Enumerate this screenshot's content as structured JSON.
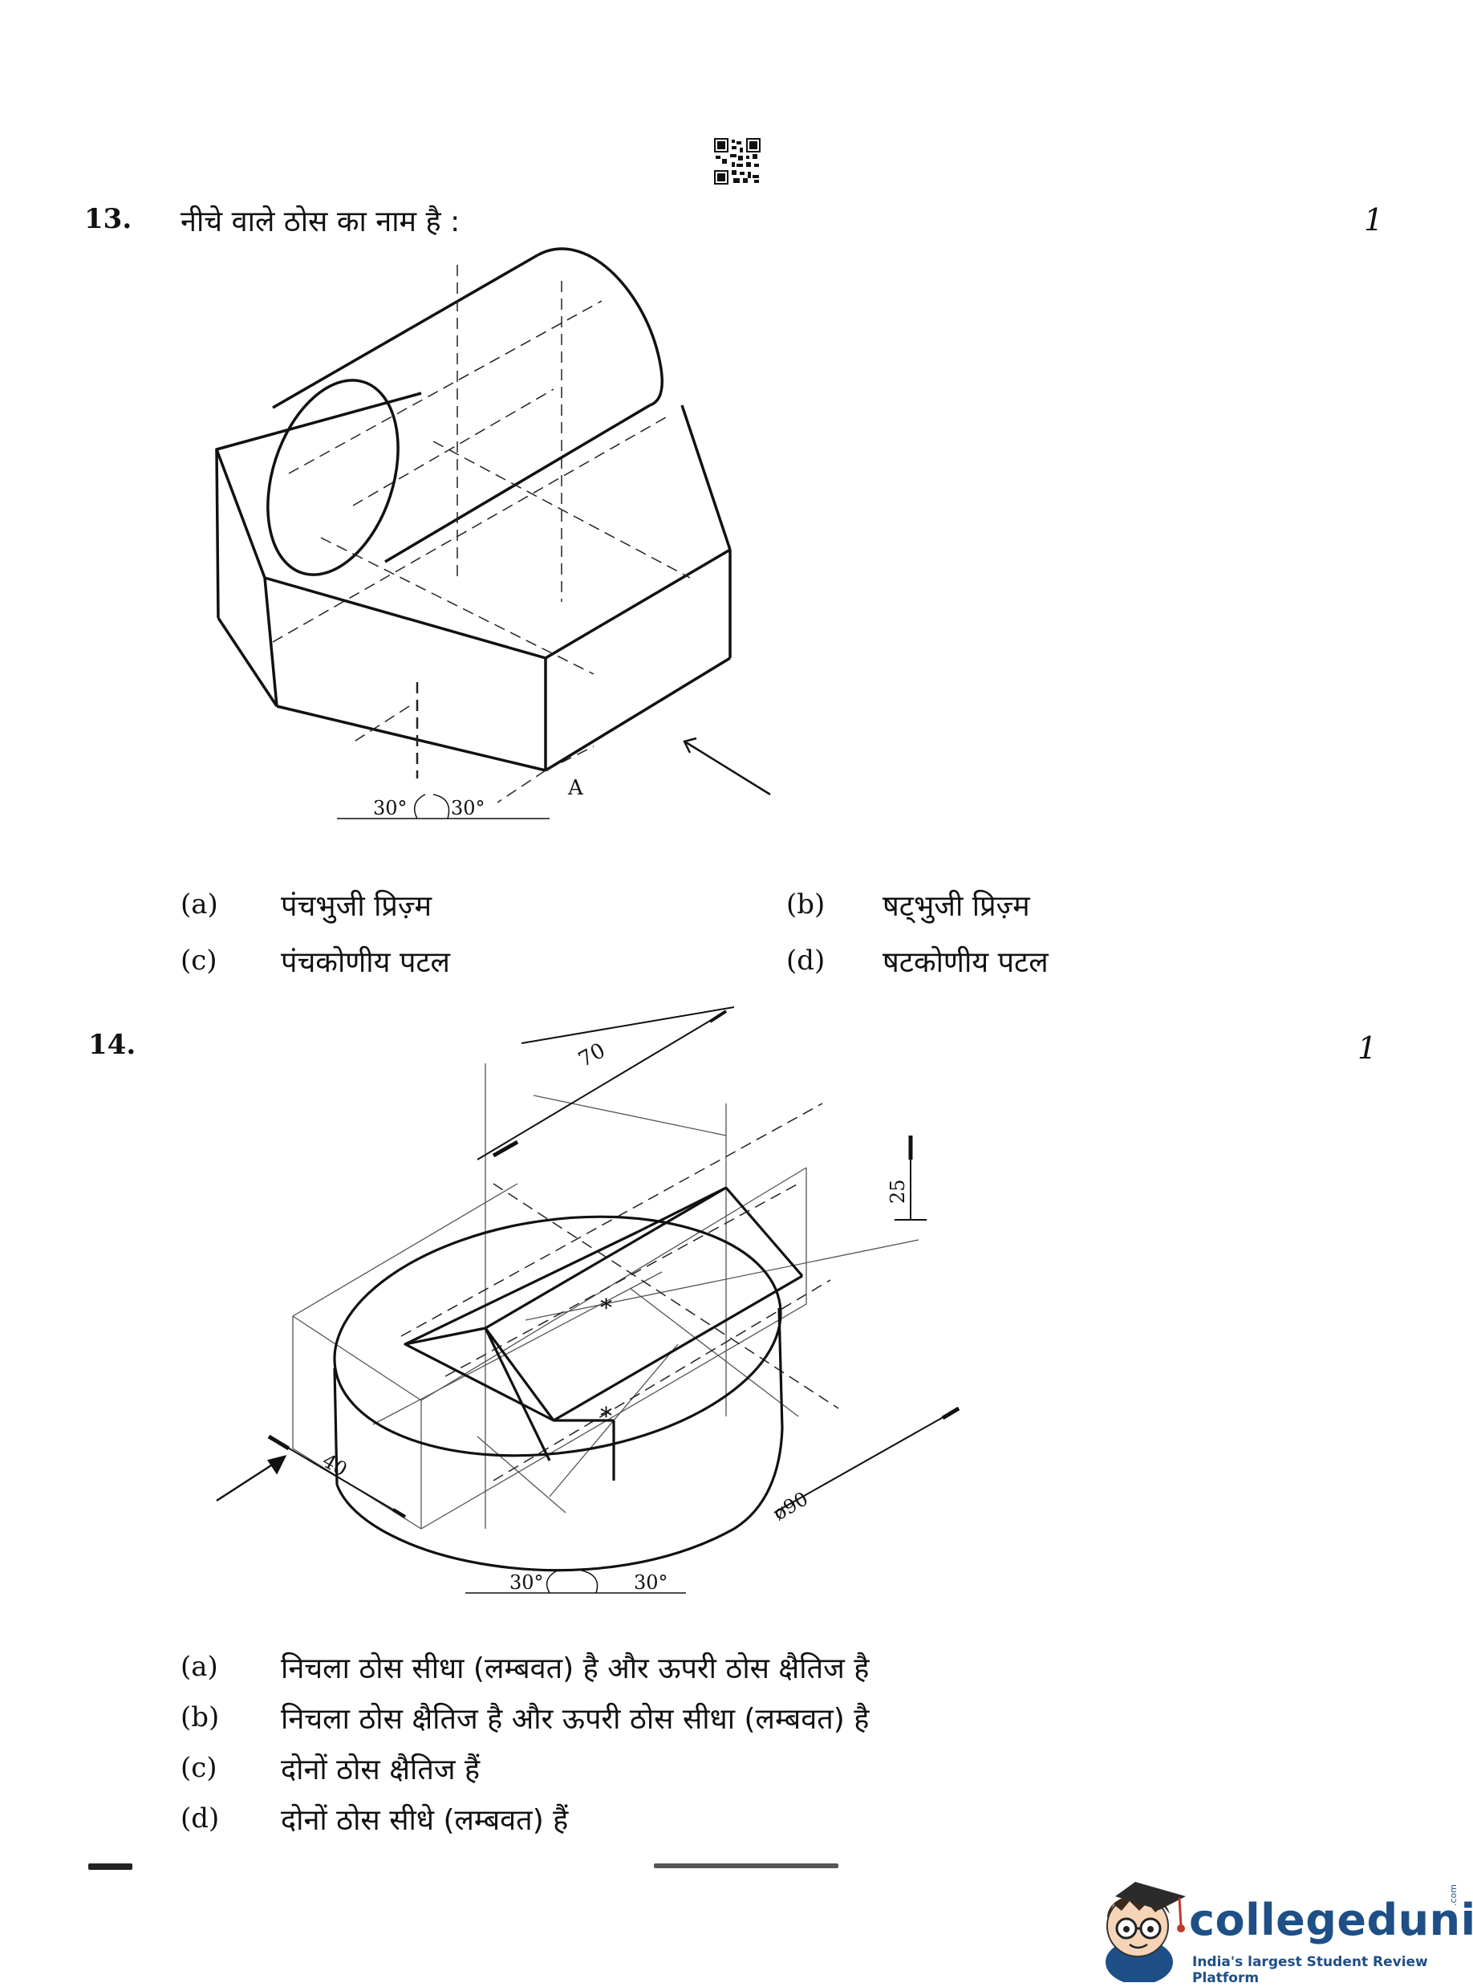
{
  "q13": {
    "number": "13.",
    "text": "नीचे वाले ठोस का नाम है :",
    "marks": "1",
    "figure": {
      "angle_left": "30°",
      "angle_right": "30°",
      "point_label": "A"
    },
    "options": [
      {
        "label": "(a)",
        "text": "पंचभुजी प्रिज़्म"
      },
      {
        "label": "(b)",
        "text": "षट्भुजी प्रिज़्म"
      },
      {
        "label": "(c)",
        "text": "पंचकोणीय पटल"
      },
      {
        "label": "(d)",
        "text": "षटकोणीय पटल"
      }
    ]
  },
  "q14": {
    "number": "14.",
    "marks": "1",
    "figure": {
      "dim_length": "70",
      "dim_height": "25",
      "dim_width": "40",
      "dim_diameter": "ø90",
      "angle_left": "30°",
      "angle_right": "30°"
    },
    "options": [
      {
        "label": "(a)",
        "text": "निचला ठोस सीधा (लम्बवत) है और ऊपरी ठोस क्षैतिज है"
      },
      {
        "label": "(b)",
        "text": "निचला ठोस क्षैतिज है और ऊपरी ठोस सीधा (लम्बवत) है"
      },
      {
        "label": "(c)",
        "text": "दोनों ठोस क्षैतिज हैं"
      },
      {
        "label": "(d)",
        "text": "दोनों ठोस सीधे (लम्बवत) हैं"
      }
    ]
  },
  "footer_logo": {
    "name": "collegedunia",
    "suffix": ".com",
    "tagline": "India's largest Student Review Platform",
    "brand_color": "#1e4f86"
  }
}
